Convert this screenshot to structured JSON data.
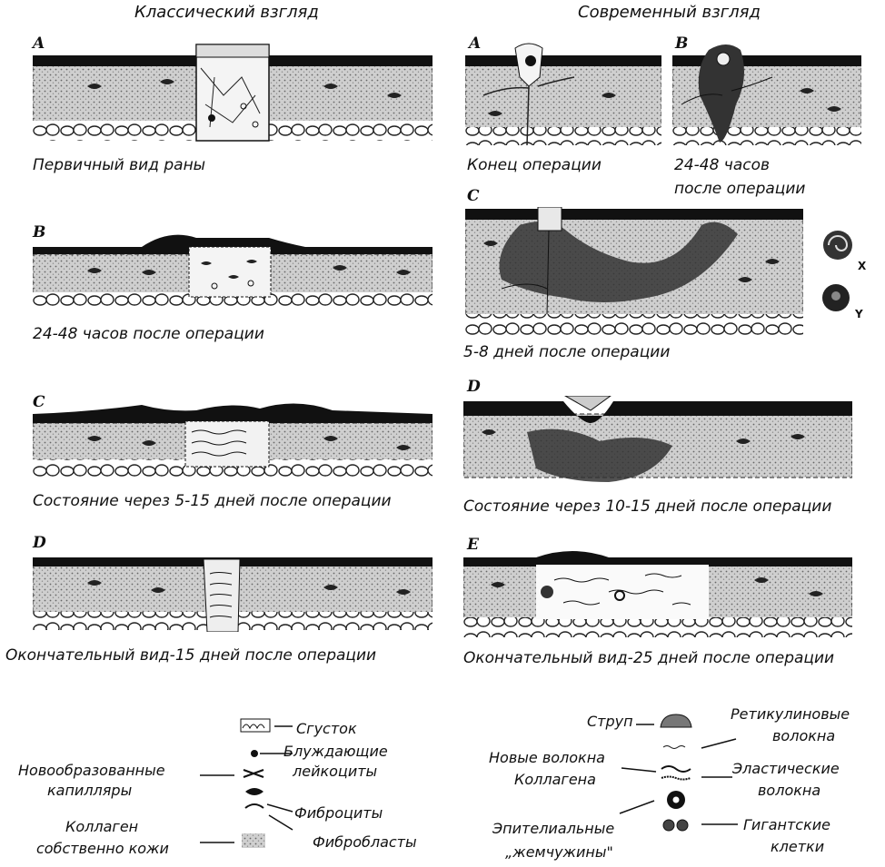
{
  "headers": {
    "classic": "Классический взгляд",
    "modern": "Современный взгляд"
  },
  "classic": {
    "A": {
      "letter": "A",
      "caption": "Первичный вид раны"
    },
    "B": {
      "letter": "B",
      "caption": "24-48 часов после операции"
    },
    "C": {
      "letter": "C",
      "caption": "Состояние через 5-15 дней после операции"
    },
    "D": {
      "letter": "D",
      "caption": "Окончательный вид-15 дней после операции"
    }
  },
  "modern": {
    "A": {
      "letter": "A",
      "caption": "Конец операции"
    },
    "B": {
      "letter": "B",
      "caption_1": "24-48 часов",
      "caption_2": "после операции"
    },
    "C": {
      "letter": "C",
      "caption": "5-8 дней после операции",
      "mark_x": "X",
      "mark_y": "Y"
    },
    "D": {
      "letter": "D",
      "caption": "Состояние через 10-15 дней после операции"
    },
    "E": {
      "letter": "E",
      "caption": "Окончательный вид-25 дней после операции"
    }
  },
  "legend_classic": {
    "clot": "Сгусток",
    "leukocytes_1": "Блуждающие",
    "leukocytes_2": "лейкоциты",
    "capillaries_1": "Новообразованные",
    "capillaries_2": "капилляры",
    "fibrocytes": "Фиброциты",
    "fibroblasts": "Фибробласты",
    "collagen_1": "Коллаген",
    "collagen_2": "собственно кожи"
  },
  "legend_modern": {
    "scab": "Струп",
    "reticulin_1": "Ретикулиновые",
    "reticulin_2": "волокна",
    "new_collagen_1": "Новые волокна",
    "new_collagen_2": "Коллагена",
    "elastic_1": "Эластические",
    "elastic_2": "волокна",
    "pearls_1": "Эпителиальные",
    "pearls_2": "„жемчужины\"",
    "giant_1": "Гигантские",
    "giant_2": "клетки"
  }
}
